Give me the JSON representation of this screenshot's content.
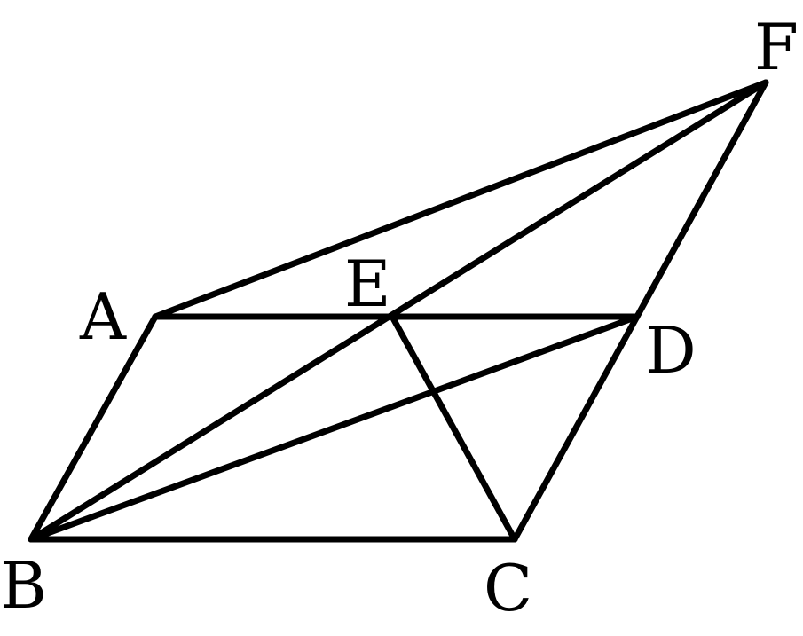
{
  "diagram": {
    "points": {
      "A": {
        "label": "A"
      },
      "B": {
        "label": "B"
      },
      "C": {
        "label": "C"
      },
      "D": {
        "label": "D"
      },
      "E": {
        "label": "E"
      },
      "F": {
        "label": "F"
      }
    },
    "segments": [
      [
        "A",
        "D"
      ],
      [
        "A",
        "B"
      ],
      [
        "B",
        "C"
      ],
      [
        "C",
        "F"
      ],
      [
        "A",
        "F"
      ],
      [
        "B",
        "F"
      ],
      [
        "B",
        "D"
      ],
      [
        "E",
        "C"
      ]
    ],
    "colors": {
      "stroke": "#000000",
      "background": "#ffffff"
    }
  }
}
